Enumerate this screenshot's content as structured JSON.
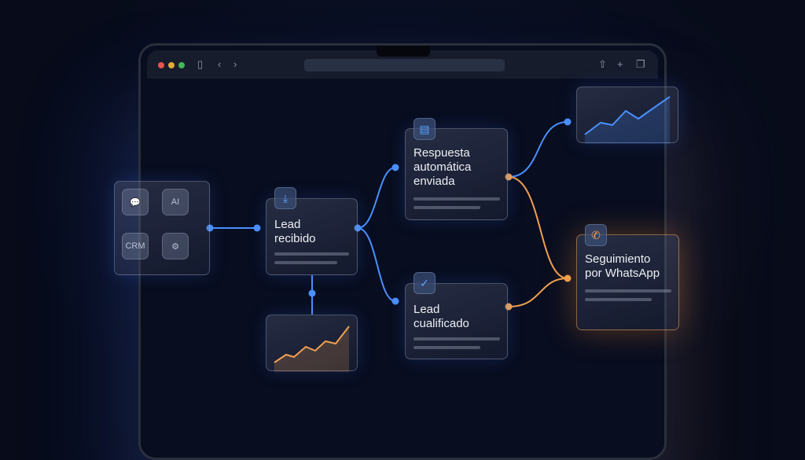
{
  "browser": {
    "controls": [
      "close",
      "minimize",
      "maximize"
    ],
    "colors": {
      "close": "#e5534b",
      "minimize": "#e3a93b",
      "maximize": "#3fb950"
    }
  },
  "integrations": {
    "items": [
      {
        "icon": "chat-icon",
        "label": ""
      },
      {
        "icon": "ai-chip-icon",
        "label": "AI"
      },
      {
        "icon": "crm-icon",
        "label": "CRM"
      },
      {
        "icon": "team-gear-icon",
        "label": ""
      }
    ]
  },
  "nodes": {
    "lead_received": {
      "title": "Lead\nrecibido",
      "icon": "inbox-download-icon"
    },
    "auto_reply": {
      "title": "Respuesta\nautomática\nenviada",
      "icon": "message-icon"
    },
    "qualified": {
      "title": "Lead\ncualificado",
      "icon": "check-circle-icon"
    },
    "whatsapp": {
      "title": "Seguimiento\npor WhatsApp",
      "icon": "whatsapp-icon"
    }
  },
  "colors": {
    "blue": "#4a90ff",
    "orange": "#f0a050"
  }
}
